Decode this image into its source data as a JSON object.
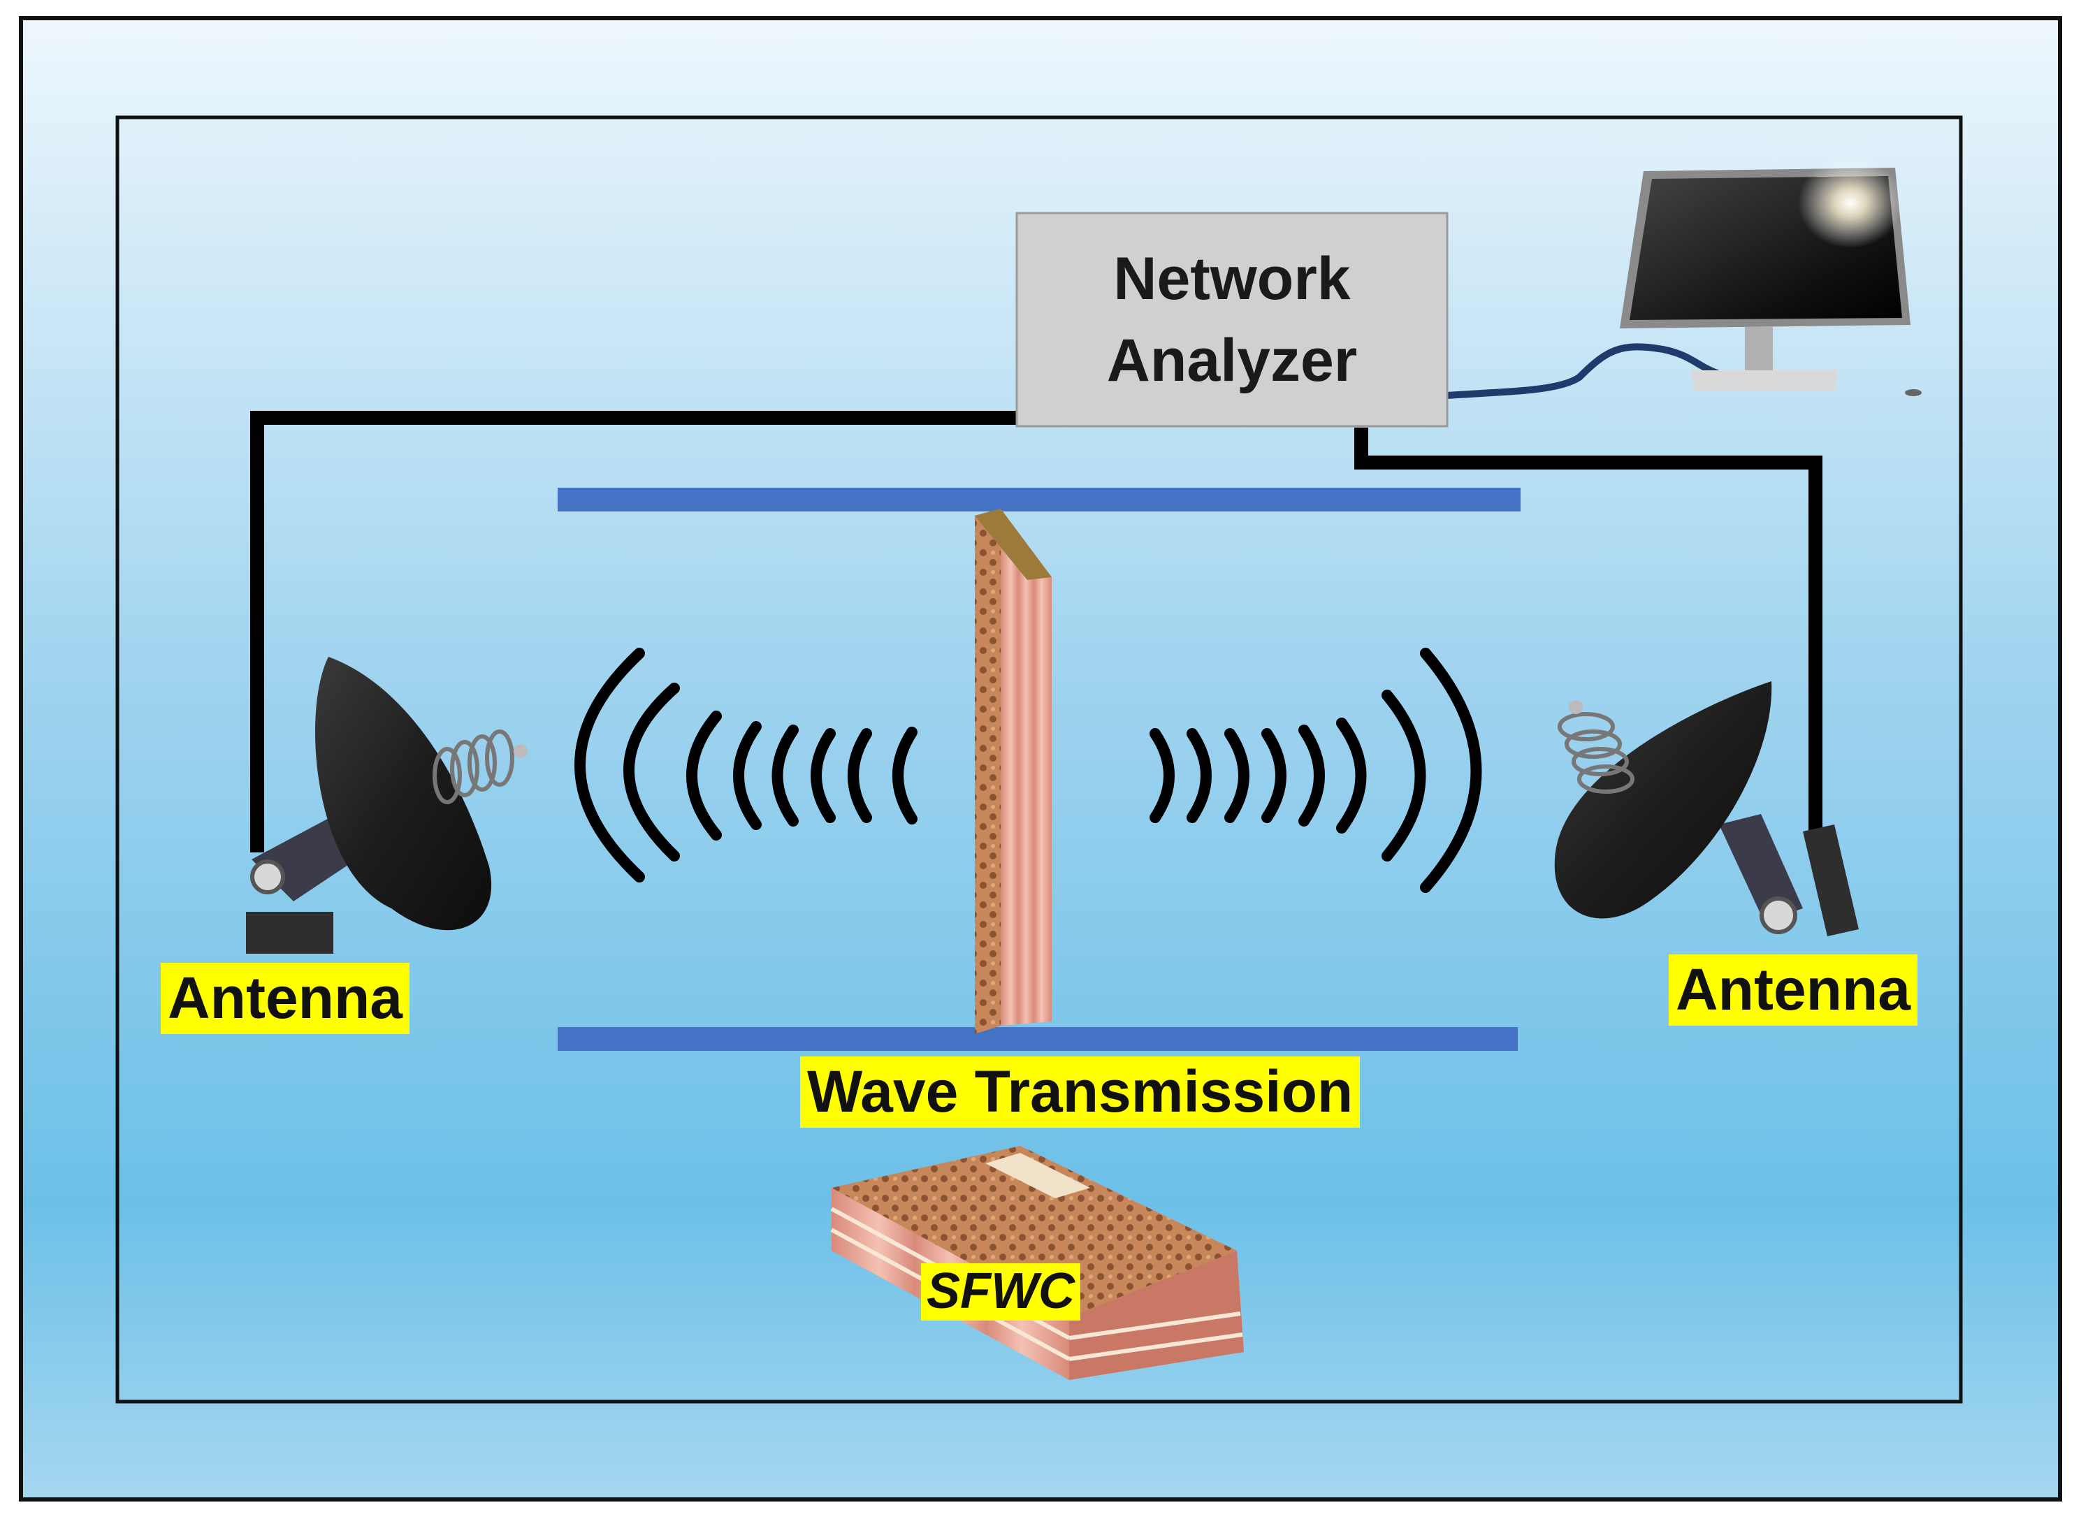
{
  "network_analyzer": {
    "line1": "Network",
    "line2": "Analyzer"
  },
  "labels": {
    "left_antenna": "Antenna",
    "right_antenna": "Antenna",
    "wave_transmission": "Wave Transmission",
    "sample": "SFWC"
  },
  "colors": {
    "background_top": "#eef7fd",
    "background_bottom": "#5eb7e3",
    "label_highlight": "#ffff00",
    "guide_plate": "#4472c4",
    "analyzer_box": "#d0d0d0",
    "cable": "#000000",
    "monitor_cable": "#1f3a6b",
    "composite": "#c8875a"
  },
  "icons": {
    "left_antenna": "dish-antenna-icon",
    "right_antenna": "dish-antenna-icon",
    "computer": "monitor-icon",
    "sample": "composite-laminate-icon",
    "waves": "signal-waves-icon"
  }
}
